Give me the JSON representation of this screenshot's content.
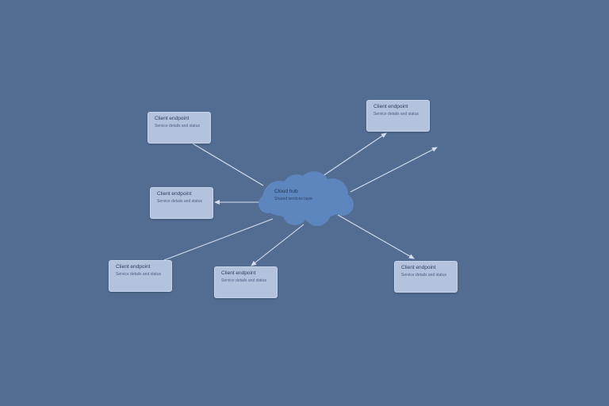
{
  "diagram": {
    "hub": {
      "title": "Cloud hub",
      "desc": "Shared services layer"
    },
    "nodes": [
      {
        "id": "n1",
        "title": "Client endpoint",
        "desc": "Service details and status"
      },
      {
        "id": "n2",
        "title": "Client endpoint",
        "desc": "Service details and status"
      },
      {
        "id": "n3",
        "title": "Client endpoint",
        "desc": "Service details and status"
      },
      {
        "id": "n4",
        "title": "Client endpoint",
        "desc": "Service details and status"
      },
      {
        "id": "n5",
        "title": "Client endpoint",
        "desc": "Service details and status"
      },
      {
        "id": "n6",
        "title": "Client endpoint",
        "desc": "Service details and status"
      }
    ],
    "colors": {
      "background": "#536d92",
      "cloud": "#5d86bf",
      "node_fill": "#b3c2dd",
      "connector": "#d5deee"
    }
  }
}
